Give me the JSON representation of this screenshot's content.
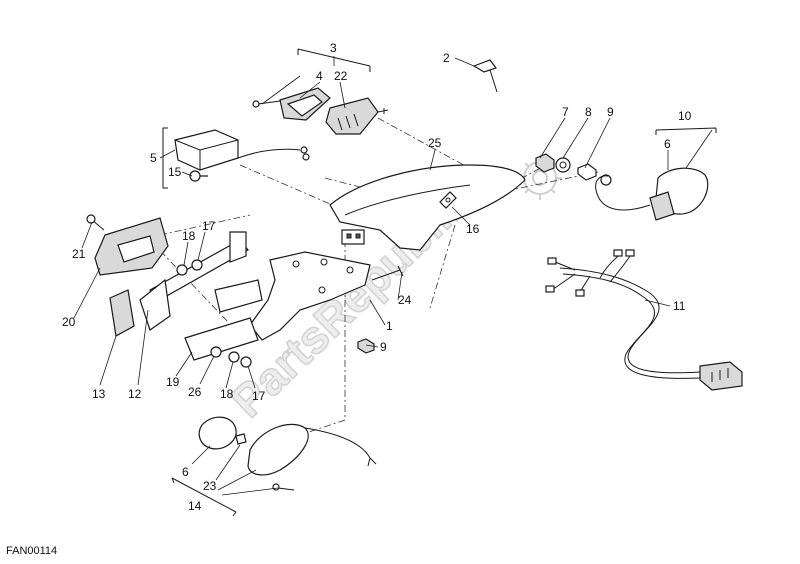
{
  "watermark": {
    "text": "PartsRepublik"
  },
  "figure_code": "FAN00114",
  "callouts": [
    {
      "id": "c1",
      "text": "1"
    },
    {
      "id": "c2",
      "text": "2"
    },
    {
      "id": "c3",
      "text": "3"
    },
    {
      "id": "c4",
      "text": "4"
    },
    {
      "id": "c5",
      "text": "5"
    },
    {
      "id": "c6a",
      "text": "6"
    },
    {
      "id": "c6b",
      "text": "6"
    },
    {
      "id": "c7",
      "text": "7"
    },
    {
      "id": "c8",
      "text": "8"
    },
    {
      "id": "c9a",
      "text": "9"
    },
    {
      "id": "c9b",
      "text": "9"
    },
    {
      "id": "c10",
      "text": "10"
    },
    {
      "id": "c11",
      "text": "11"
    },
    {
      "id": "c12",
      "text": "12"
    },
    {
      "id": "c13",
      "text": "13"
    },
    {
      "id": "c14",
      "text": "14"
    },
    {
      "id": "c15",
      "text": "15"
    },
    {
      "id": "c16",
      "text": "16"
    },
    {
      "id": "c17a",
      "text": "17"
    },
    {
      "id": "c17b",
      "text": "17"
    },
    {
      "id": "c18a",
      "text": "18"
    },
    {
      "id": "c18b",
      "text": "18"
    },
    {
      "id": "c19",
      "text": "19"
    },
    {
      "id": "c20",
      "text": "20"
    },
    {
      "id": "c21",
      "text": "21"
    },
    {
      "id": "c22",
      "text": "22"
    },
    {
      "id": "c23",
      "text": "23"
    },
    {
      "id": "c24",
      "text": "24"
    },
    {
      "id": "c25",
      "text": "25"
    },
    {
      "id": "c26",
      "text": "26"
    }
  ]
}
